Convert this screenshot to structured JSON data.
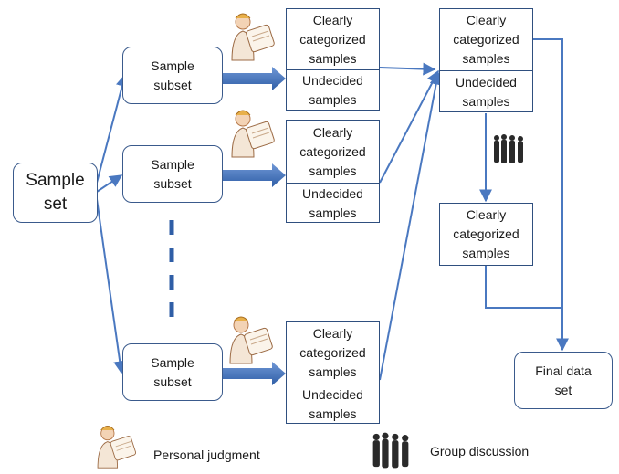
{
  "nodes": {
    "sample_set": "Sample\nset",
    "subset_label": "Sample\nsubset",
    "clearly": "Clearly\ncategorized\nsamples",
    "undecided": "Undecided\nsamples",
    "final": "Final data\nset"
  },
  "legend": {
    "personal": "Personal judgment",
    "group": "Group discussion"
  },
  "icons": {
    "personal": "person-with-scroll-icon",
    "group": "group-people-icon"
  },
  "colors": {
    "arrow": "#4a78c0",
    "box_border": "#2f4f7f",
    "block_arrow": "#3d6db5"
  }
}
